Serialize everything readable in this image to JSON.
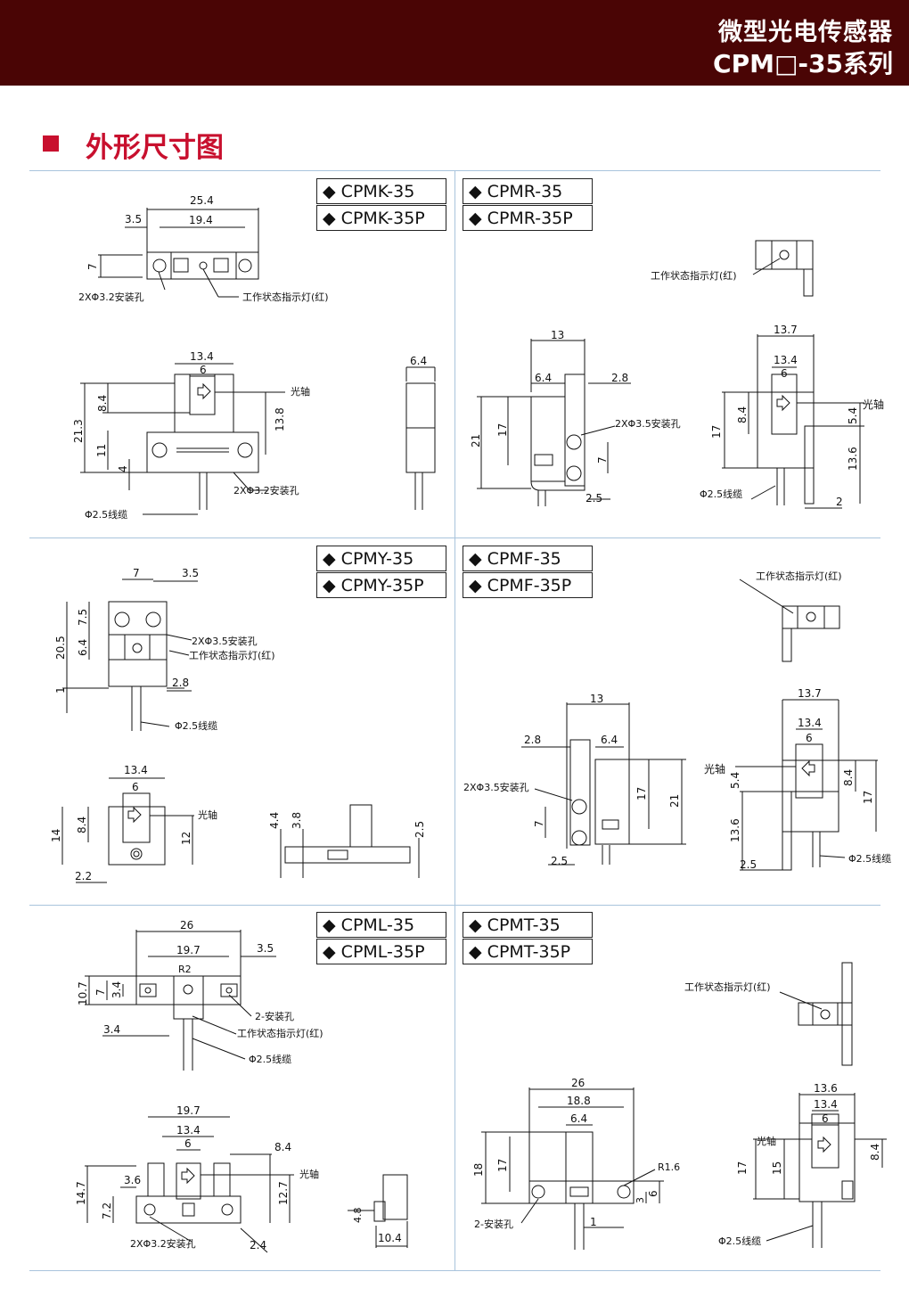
{
  "header": {
    "title": "微型光电传感器",
    "series": "CPM□-35系列"
  },
  "section": {
    "title": "外形尺寸图"
  },
  "models": [
    {
      "a": "CPMK-35",
      "b": "CPMK-35P"
    },
    {
      "a": "CPMR-35",
      "b": "CPMR-35P"
    },
    {
      "a": "CPMY-35",
      "b": "CPMY-35P"
    },
    {
      "a": "CPMF-35",
      "b": "CPMF-35P"
    },
    {
      "a": "CPML-35",
      "b": "CPML-35P"
    },
    {
      "a": "CPMT-35",
      "b": "CPMT-35P"
    }
  ],
  "diamond": "◆",
  "notes": {
    "hole32": "2XΦ3.2安装孔",
    "hole35": "2XΦ3.5安装孔",
    "hole2": "2-安装孔",
    "indicator": "工作状态指示灯(红)",
    "axis": "光轴",
    "cable": "Φ2.5线缆"
  },
  "dims": {
    "k": [
      "25.4",
      "3.5",
      "19.4",
      "7",
      "13.4",
      "6",
      "8.4",
      "21.3",
      "13.8",
      "11",
      "4",
      "6.4"
    ],
    "r": [
      "13",
      "6.4",
      "2.8",
      "21",
      "17",
      "7",
      "2.5",
      "13.7",
      "13.4",
      "6",
      "8.4",
      "17",
      "5.4",
      "13.6",
      "2"
    ],
    "y": [
      "7",
      "3.5",
      "7.5",
      "20.5",
      "6.4",
      "1",
      "2.8",
      "13.4",
      "6",
      "14",
      "8.4",
      "12",
      "2.2",
      "4.4",
      "3.8",
      "2.5"
    ],
    "f": [
      "13",
      "2.8",
      "6.4",
      "17",
      "21",
      "7",
      "2.5",
      "13.7",
      "13.4",
      "6",
      "5.4",
      "8.4",
      "17",
      "13.6",
      "2.5"
    ],
    "l": [
      "26",
      "19.7",
      "3.5",
      "R2",
      "10.7",
      "7",
      "3.4",
      "3.4",
      "19.7",
      "13.4",
      "6",
      "8.4",
      "3.6",
      "14.7",
      "7.2",
      "12.7",
      "2.4",
      "4.8",
      "10.4"
    ],
    "t": [
      "26",
      "18.8",
      "6.4",
      "R1.6",
      "18",
      "17",
      "6",
      "3",
      "1",
      "13.6",
      "13.4",
      "6",
      "17",
      "15",
      "8.4"
    ]
  }
}
